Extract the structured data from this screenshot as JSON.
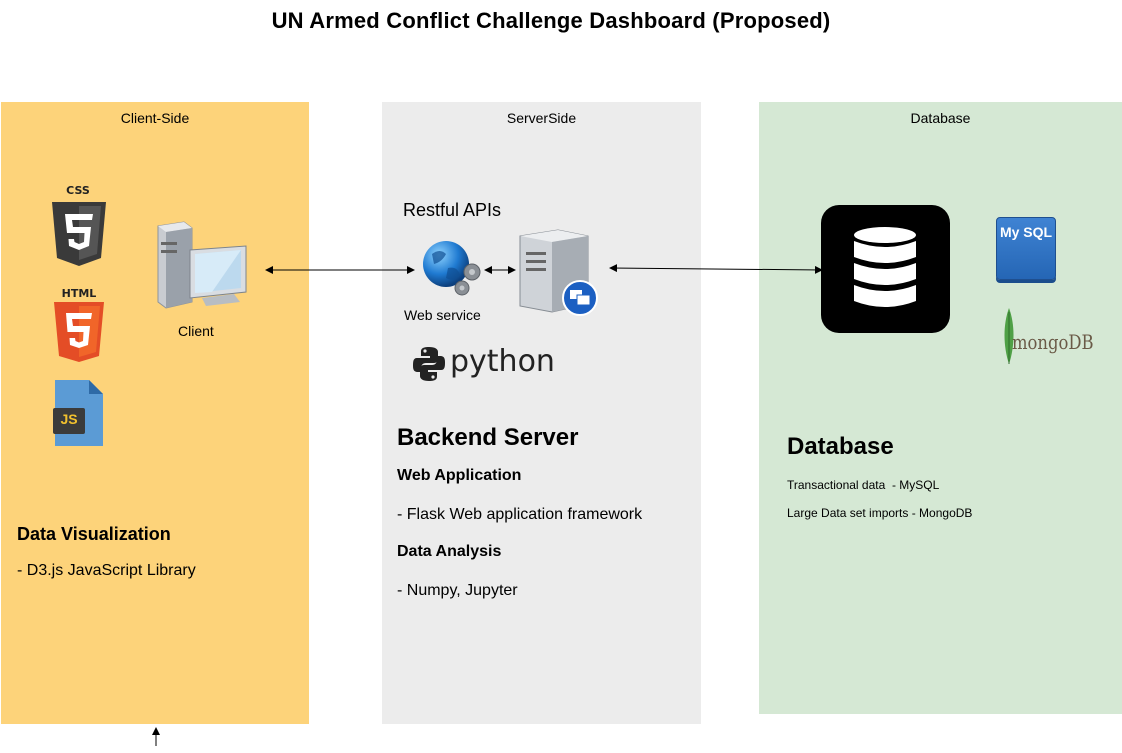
{
  "title": "UN Armed Conflict Challenge Dashboard (Proposed)",
  "panels": {
    "client": {
      "label": "Client-Side",
      "client_caption": "Client",
      "css_label": "CSS",
      "html_label": "HTML",
      "js_label": "JS",
      "section_title": "Data Visualization",
      "section_item": "- D3.js JavaScript Library",
      "color": "#fdd37a"
    },
    "server": {
      "label": "ServerSide",
      "api_label": "Restful APIs",
      "web_service_label": "Web service",
      "python_label": "python",
      "section_title": "Backend Server",
      "web_app_title": "Web Application",
      "web_app_item": "- Flask Web application framework",
      "analysis_title": "Data Analysis",
      "analysis_item": "- Numpy, Jupyter",
      "color": "#ececec"
    },
    "database": {
      "label": "Database",
      "mysql_label": "My SQL",
      "mongo_label": "mongoDB",
      "section_title": "Database",
      "line1": "Transactional data  - MySQL",
      "line2": "Large Data set imports - MongoDB",
      "color": "#d5e8d4"
    }
  },
  "icons": {
    "css3": "css3-icon",
    "html5": "html5-icon",
    "js": "javascript-file-icon",
    "client": "desktop-computer-icon",
    "web_service": "globe-gears-icon",
    "server": "server-tower-icon",
    "database": "database-cylinder-icon",
    "mysql": "mysql-icon",
    "mongodb": "mongodb-leaf-icon",
    "python": "python-logo-icon"
  }
}
